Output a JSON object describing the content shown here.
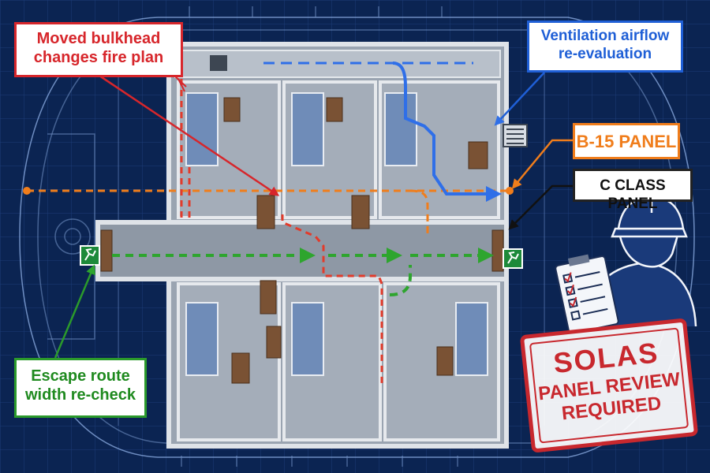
{
  "callouts": {
    "bulkhead": {
      "line1": "Moved bulkhead",
      "line2": "changes fire plan",
      "color": "#d7262b"
    },
    "ventilation": {
      "line1": "Ventilation airflow",
      "line2": "re-evaluation",
      "color": "#1f5fd6"
    },
    "b15": {
      "label": "B-15 PANEL",
      "color": "#f07d1b"
    },
    "cclass": {
      "label": "C CLASS PANEL",
      "color": "#222222"
    },
    "escape": {
      "line1": "Escape route",
      "line2": "width re-check",
      "color": "#2b9a2b"
    }
  },
  "stamp": {
    "line1": "SOLAS",
    "line2": "PANEL REVIEW",
    "line3": "REQUIRED",
    "color": "#c8282e"
  },
  "colors": {
    "blueprint_bg": "#0b2452",
    "fire_route": "#e23b2b",
    "escape_route": "#2ea52e",
    "airflow": "#2f6fe8",
    "panel_line": "#f07d1b"
  },
  "icons": [
    "exit-sign-icon",
    "ventilation-grille-icon",
    "inspector-icon",
    "clipboard-checklist-icon"
  ]
}
